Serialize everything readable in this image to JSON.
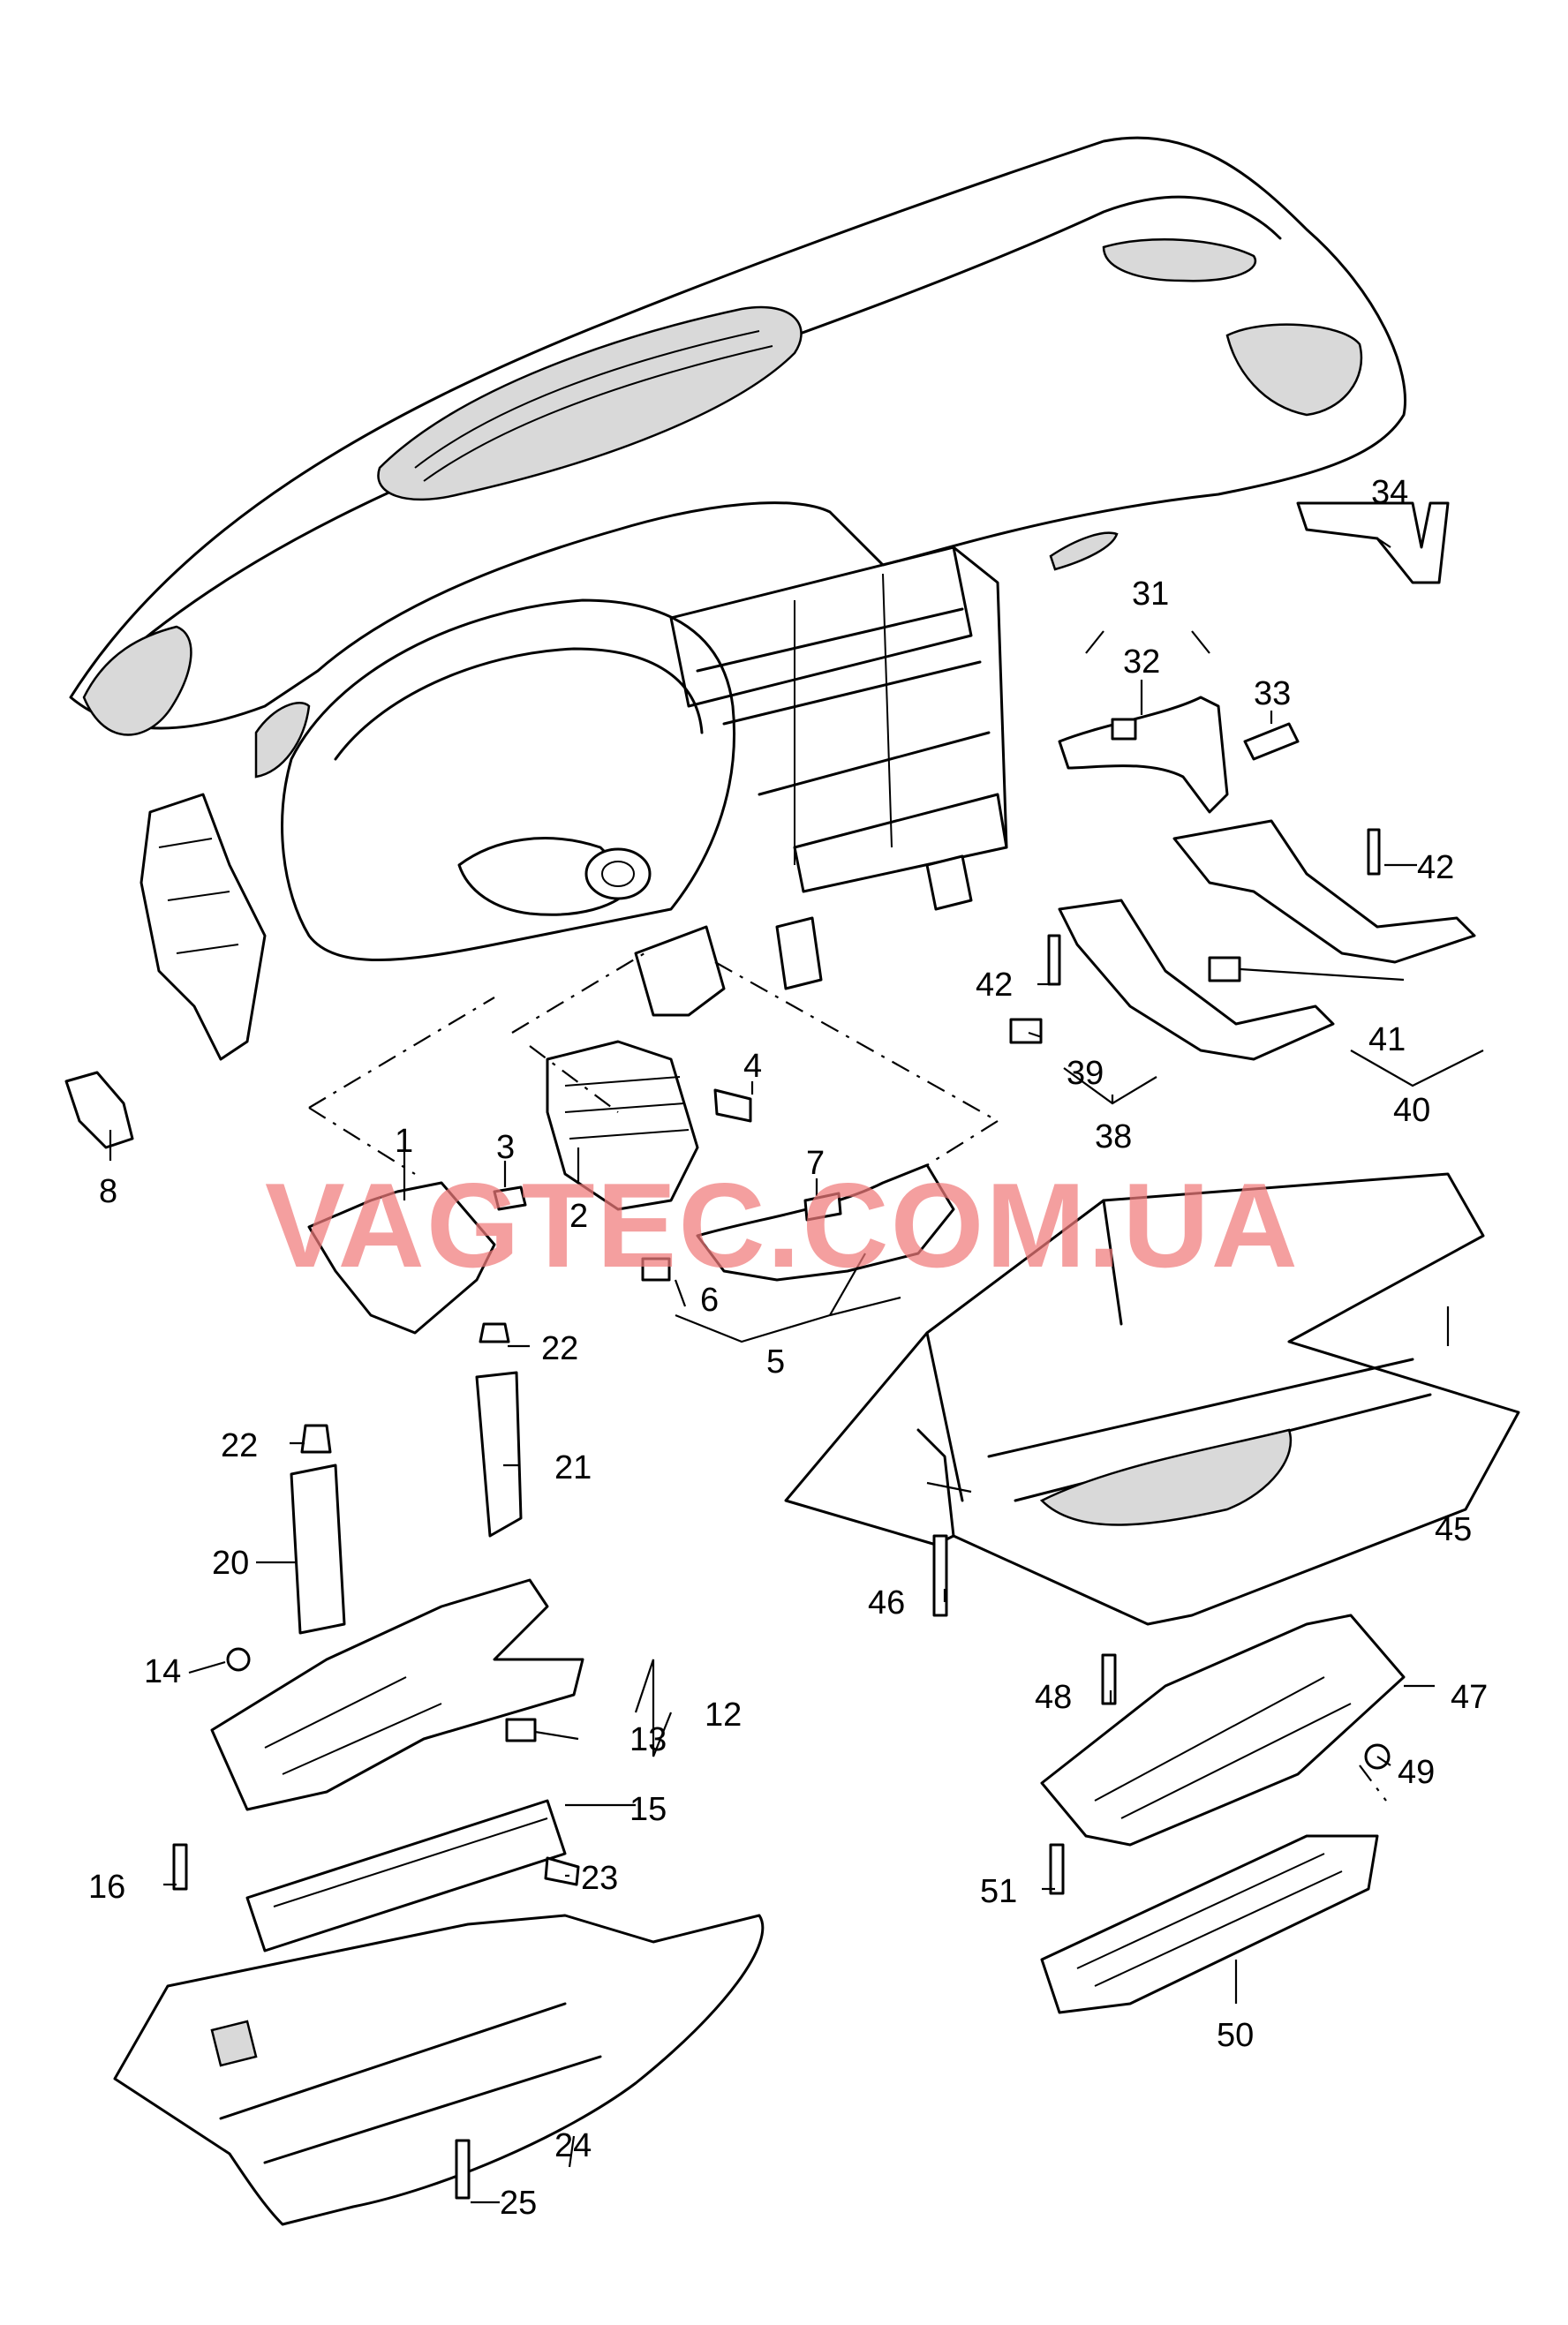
{
  "diagram": {
    "watermark": "VAGTEC.COM.UA",
    "callouts": [
      "1",
      "2",
      "3",
      "4",
      "5",
      "6",
      "7",
      "8",
      "12",
      "13",
      "14",
      "15",
      "16",
      "20",
      "21",
      "22",
      "22",
      "23",
      "24",
      "25",
      "31",
      "32",
      "33",
      "34",
      "38",
      "39",
      "40",
      "41",
      "42",
      "42",
      "45",
      "46",
      "47",
      "48",
      "49",
      "50",
      "51"
    ]
  }
}
